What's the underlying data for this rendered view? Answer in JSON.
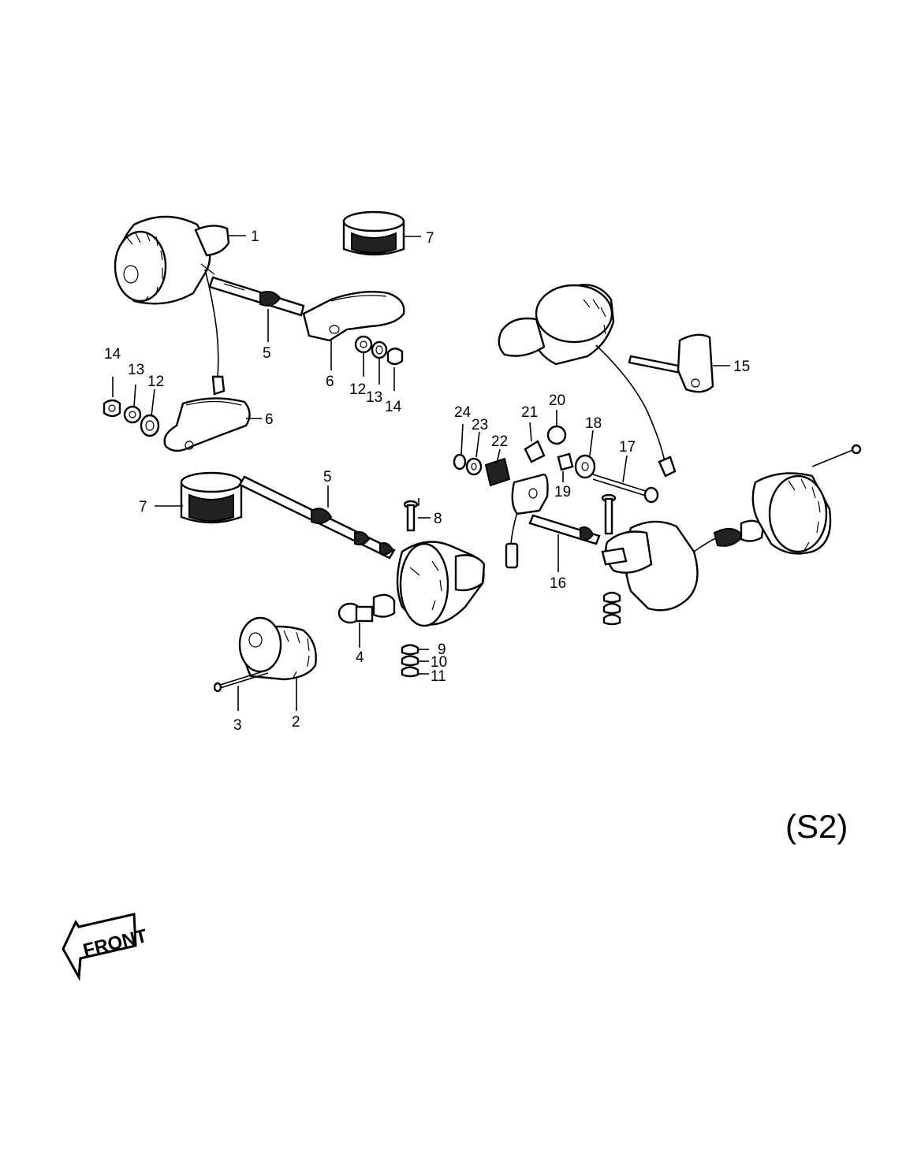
{
  "diagram": {
    "version_label": "(S2)",
    "front_arrow_label": "FRONT",
    "part_numbers": {
      "p1": "1",
      "p2": "2",
      "p3": "3",
      "p4": "4",
      "p5a": "5",
      "p5b": "5",
      "p6a": "6",
      "p6b": "6",
      "p7a": "7",
      "p7b": "7",
      "p8": "8",
      "p9": "9",
      "p10": "10",
      "p11": "11",
      "p12a": "12",
      "p12b": "12",
      "p13a": "13",
      "p13b": "13",
      "p14a": "14",
      "p14b": "14",
      "p15": "15",
      "p16": "16",
      "p17": "17",
      "p18": "18",
      "p19": "19",
      "p20": "20",
      "p21": "21",
      "p22": "22",
      "p23": "23",
      "p24": "24"
    }
  }
}
